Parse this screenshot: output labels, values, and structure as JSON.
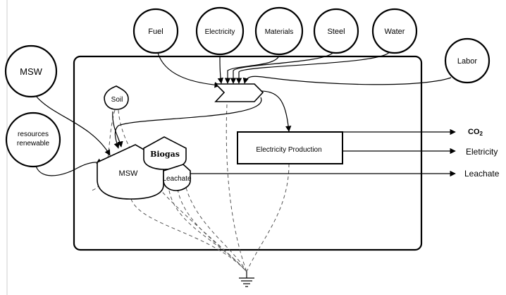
{
  "sources": {
    "fuel": "Fuel",
    "electricity": "Electricity",
    "materials": "Materials",
    "steel": "Steel",
    "water": "Water",
    "labor": "Labor",
    "msw": "MSW",
    "renewable_line1": "resources",
    "renewable_line2": "renewable"
  },
  "components": {
    "soil": "Soil",
    "msw_storage": "MSW",
    "biogas": "Biogas",
    "leachate": "Leachate",
    "electricity_production": "Electricity Production"
  },
  "outputs": {
    "co2": "CO",
    "co2_sub": "2",
    "electricity": "Eletricity",
    "leachate": "Leachate"
  }
}
